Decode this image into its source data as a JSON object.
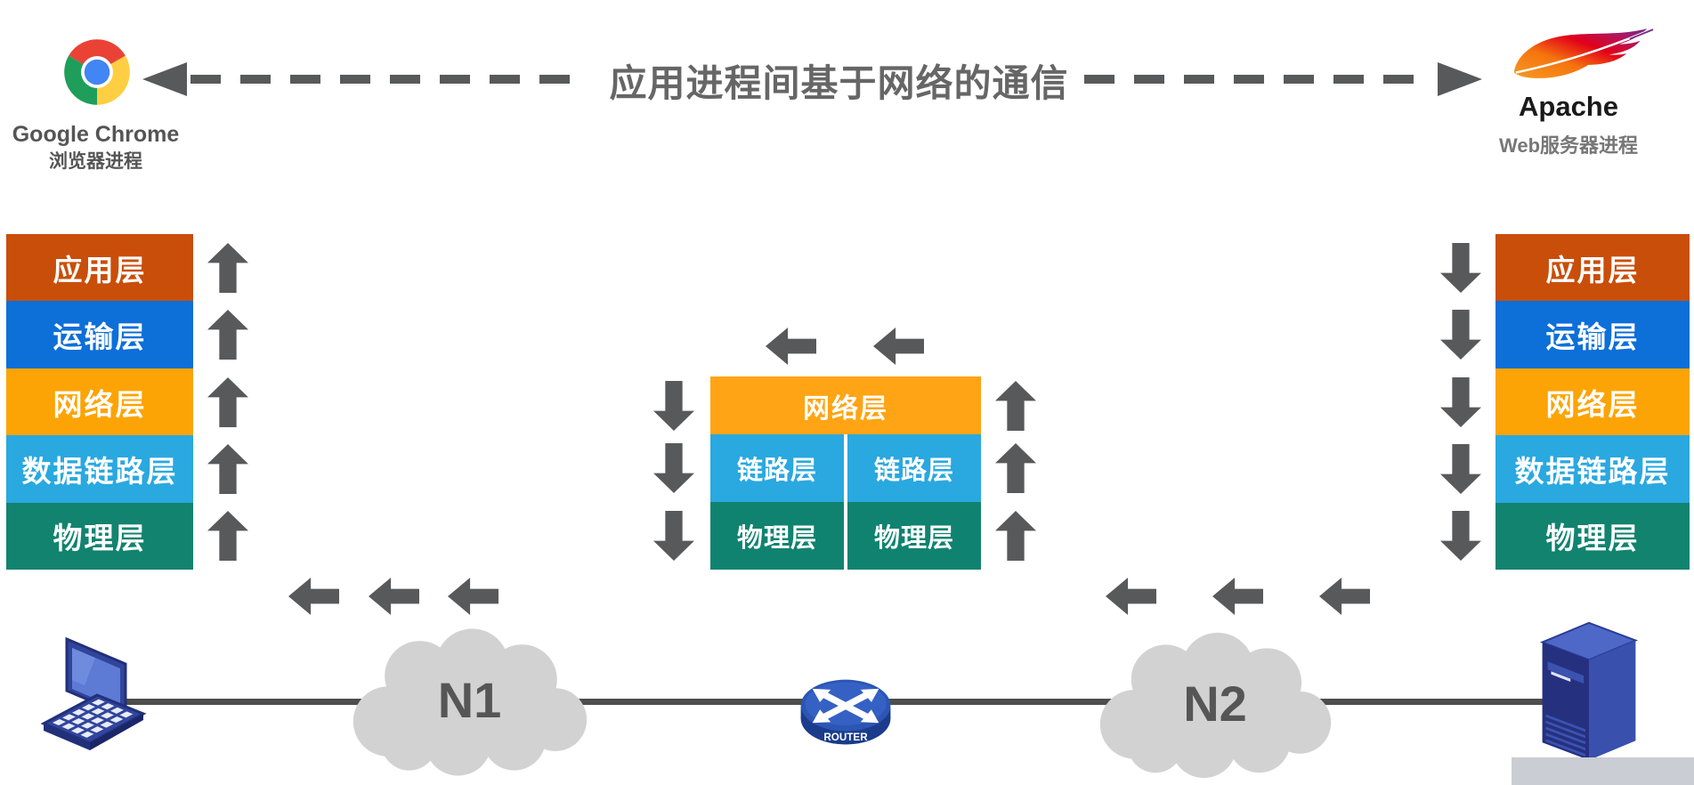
{
  "header": {
    "title": "应用进程间基于网络的通信",
    "chrome": {
      "name": "Google Chrome",
      "subtitle": "浏览器进程"
    },
    "apache": {
      "name": "Apache",
      "subtitle": "Web服务器进程"
    }
  },
  "stacks": {
    "left": {
      "arrow_direction": "up",
      "layers": [
        {
          "label": "应用层",
          "color": "#C94E09"
        },
        {
          "label": "运输层",
          "color": "#0D6FD8"
        },
        {
          "label": "网络层",
          "color": "#FCA405"
        },
        {
          "label": "数据链路层",
          "color": "#2AA8E0"
        },
        {
          "label": "物理层",
          "color": "#12836F"
        }
      ]
    },
    "right": {
      "arrow_direction": "down",
      "layers": [
        {
          "label": "应用层",
          "color": "#C94E09"
        },
        {
          "label": "运输层",
          "color": "#0D6FD8"
        },
        {
          "label": "网络层",
          "color": "#FCA405"
        },
        {
          "label": "数据链路层",
          "color": "#2AA8E0"
        },
        {
          "label": "物理层",
          "color": "#12836F"
        }
      ]
    },
    "router": {
      "network": {
        "label": "网络层",
        "color": "#FFA414"
      },
      "columns": {
        "left": [
          {
            "label": "链路层",
            "color": "#2AA8E0"
          },
          {
            "label": "物理层",
            "color": "#108370"
          }
        ],
        "right": [
          {
            "label": "链路层",
            "color": "#2AA8E0"
          },
          {
            "label": "物理层",
            "color": "#108370"
          }
        ]
      },
      "left_arrows_direction": "down",
      "right_arrows_direction": "up",
      "top_arrows_direction": "left"
    }
  },
  "network": {
    "cloud1_label": "N1",
    "cloud2_label": "N2",
    "router_label": "ROUTER",
    "bottom_arrows_direction": "left"
  },
  "colors": {
    "arrow": "#58595B",
    "dashed_line": "#58595B",
    "title_text": "#666666",
    "caption_text": "#555555",
    "apache_title_text": "#1A1A1A",
    "apache_subtitle_text": "#777777",
    "layer_text": "#FFFFFF",
    "cloud_fill": "#D2D2D2",
    "cloud_label_text": "#565656",
    "connection_line": "#4D4D4D",
    "corner_block": "#CACDD3"
  }
}
